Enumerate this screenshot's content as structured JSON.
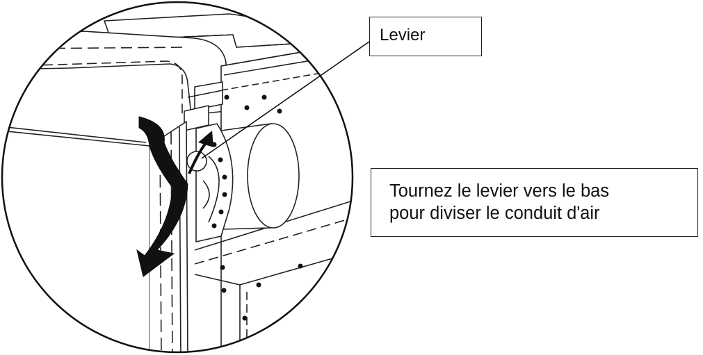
{
  "labels": {
    "lever": "Levier",
    "instruction_line1": "Tournez le levier vers le bas",
    "instruction_line2": "pour diviser le conduit d'air"
  },
  "colors": {
    "line": "#222222",
    "arrow": "#111111",
    "background": "#ffffff"
  },
  "icons": {
    "rotation_arrow": "curved-arrow-down-icon"
  }
}
